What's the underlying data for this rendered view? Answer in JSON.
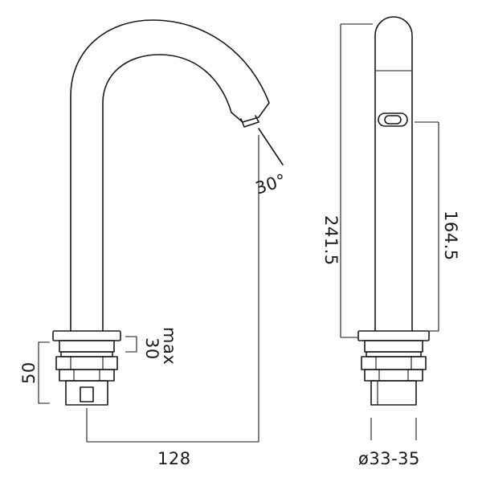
{
  "dimensions": {
    "angle": "30°",
    "max_label": "max",
    "max_value": "30",
    "base_height": "50",
    "reach": "128",
    "total_height": "241.5",
    "outlet_height": "164.5",
    "hole_diameter": "ø33-35"
  },
  "colors": {
    "line": "#1a1a1a",
    "background": "#ffffff"
  }
}
